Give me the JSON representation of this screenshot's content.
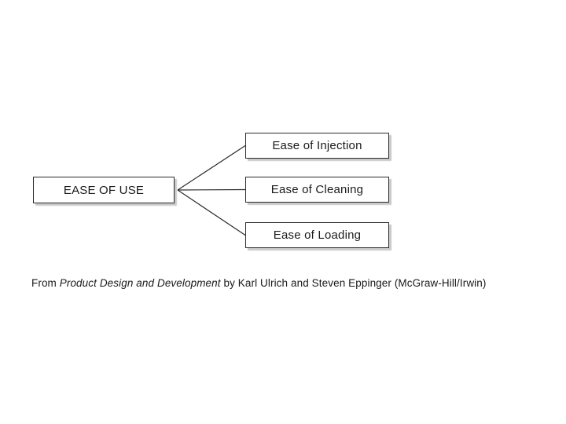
{
  "diagram": {
    "root": {
      "label": "EASE OF USE"
    },
    "children": [
      {
        "label": "Ease of Injection"
      },
      {
        "label": "Ease of Cleaning"
      },
      {
        "label": "Ease of Loading"
      }
    ]
  },
  "caption": {
    "prefix": "From ",
    "book_title": "Product Design and Development",
    "suffix": " by Karl Ulrich and Steven Eppinger (McGraw-Hill/Irwin)"
  },
  "colors": {
    "background": "#ffffff",
    "box_fill": "#ffffff",
    "box_border": "#2b2b2b",
    "box_shadow": "#c9c9c9",
    "connector_line": "#2b2b2b",
    "text": "#1a1a1a"
  }
}
